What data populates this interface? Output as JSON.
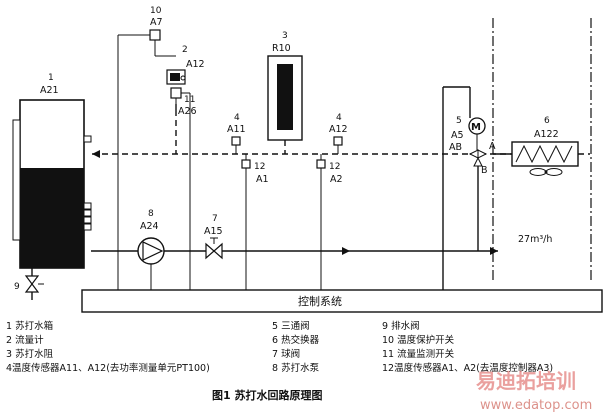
{
  "labels": {
    "n1": "1",
    "tank": "A21",
    "n2": "2",
    "flowmeter": "A12",
    "n3": "3",
    "resistor": "R10",
    "n4a": "4",
    "sensor_a11": "A11",
    "n4b": "4",
    "sensor_a12": "A12",
    "n5": "5",
    "valve3_code": "A5",
    "valve3_ab": "AB",
    "valve3_a": "A",
    "valve3_b": "B",
    "n6": "6",
    "hex_code": "A122",
    "n7": "7",
    "ball_code": "A15",
    "n8": "8",
    "pump_code": "A24",
    "n9": "9",
    "n10": "10",
    "temp_protect": "A7",
    "n11": "11",
    "flow_monitor": "A26",
    "n12a": "12",
    "sensor_lo_a1": "A1",
    "n12b": "12",
    "sensor_lo_a2": "A2",
    "flow_rate": "27m³/h",
    "control": "控制系统"
  },
  "legend": {
    "col1": [
      "1 苏打水箱",
      "2 流量计",
      "3 苏打水阻",
      "4温度传感器A11、A12(去功率测量单元PT100)"
    ],
    "col2": [
      "5 三通阀",
      "6 热交换器",
      "7 球阀",
      "8 苏打水泵"
    ],
    "col3": [
      "9  排水阀",
      "10 温度保护开关",
      "11 流量监测开关",
      "12温度传感器A1、A2(去温度控制器A3)"
    ]
  },
  "caption": "图1   苏打水回路原理图",
  "watermark": {
    "brand": "易迪拓培训",
    "url": "www.edatop.com"
  }
}
